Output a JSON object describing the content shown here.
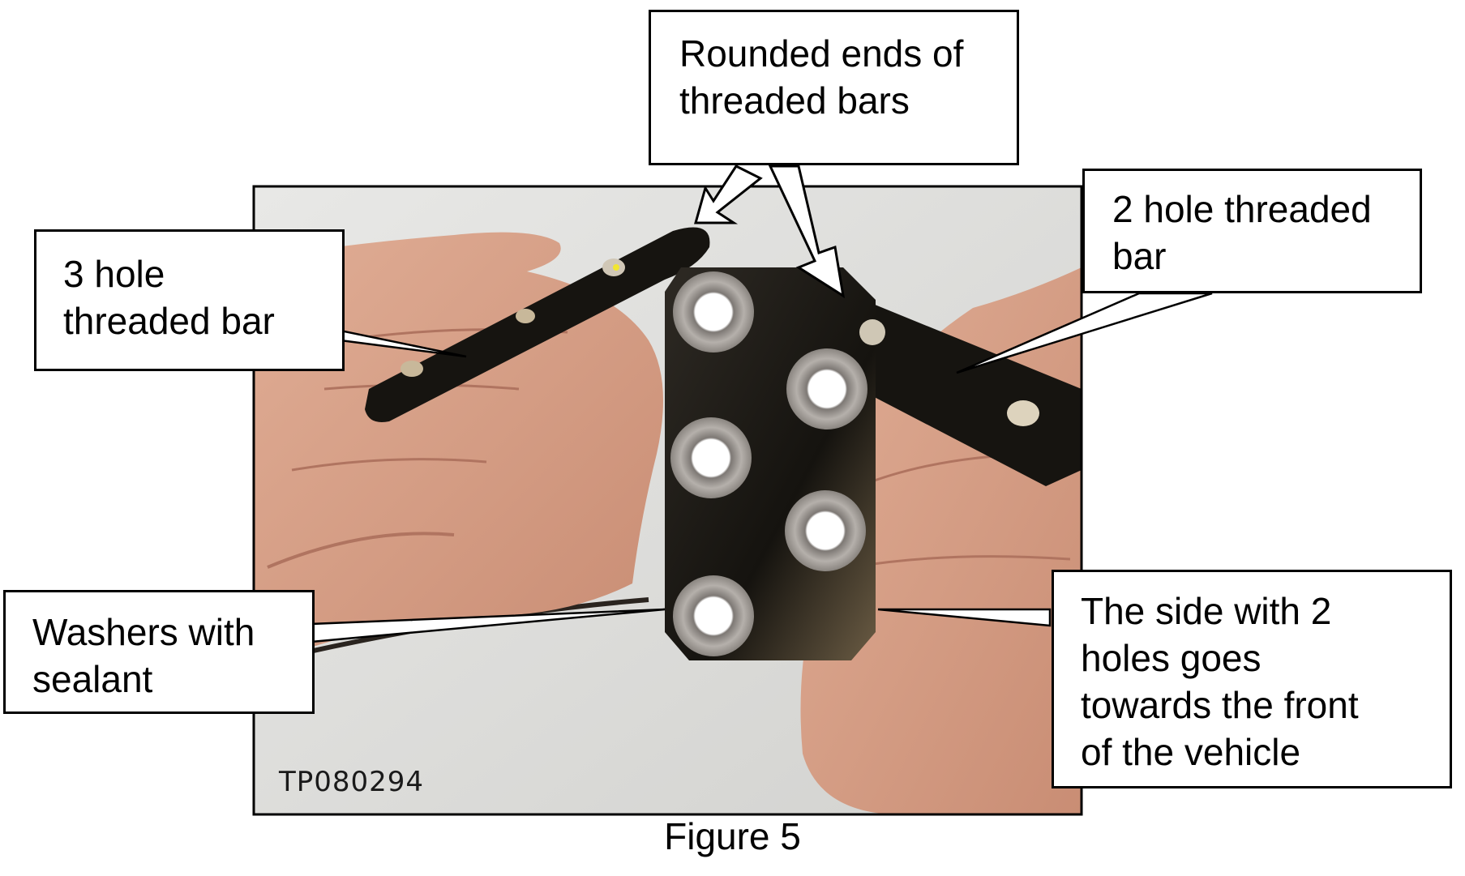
{
  "figure": {
    "caption": "Figure 5",
    "photo_id": "TP080294"
  },
  "callouts": {
    "rounded_ends": "Rounded ends of\nthreaded bars",
    "three_hole_bar": "3 hole\nthreaded bar",
    "two_hole_bar": "2 hole threaded\nbar",
    "washers": "Washers with\nsealant",
    "side_two_holes": "The side with 2\nholes goes\ntowards the front\nof the vehicle"
  },
  "colors": {
    "photo_background": "#dcdcd8",
    "skin": "#d9a188",
    "skin_shadow": "#b97c66",
    "metal_plate": "#1c1a16",
    "washer": "#a39f9b",
    "callout_border": "#000000"
  },
  "icons": [
    "hand-left-illustration",
    "hand-right-illustration",
    "mounting-plate-illustration",
    "washer-icon",
    "arrow-icon"
  ]
}
